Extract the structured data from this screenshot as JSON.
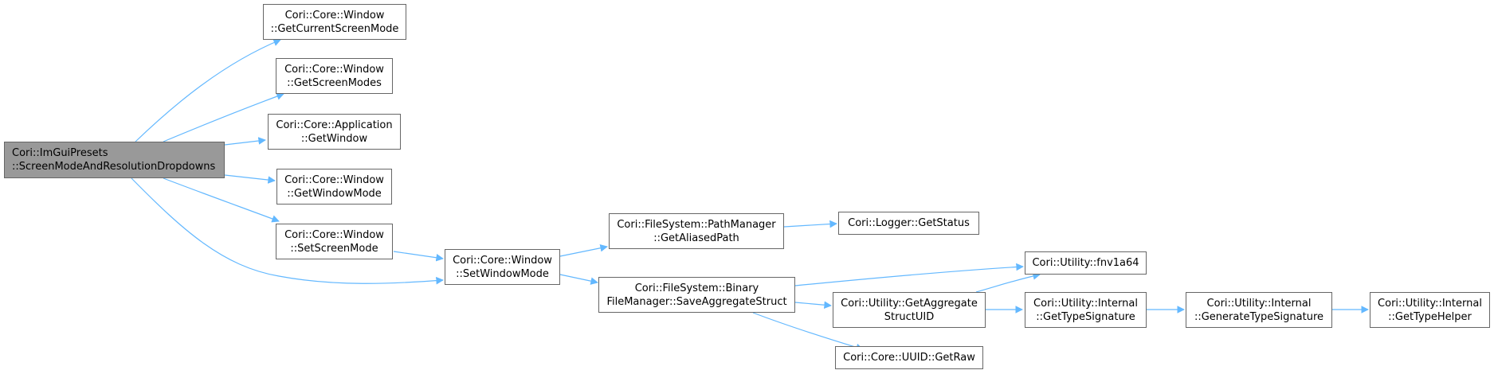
{
  "colors": {
    "edge": "#63b8ff",
    "node_border": "#666666",
    "root_fill": "#999999",
    "node_fill": "#ffffff"
  },
  "nodes": {
    "root": {
      "line1": "Cori::ImGuiPresets",
      "line2": "::ScreenModeAndResolutionDropdowns"
    },
    "get_current_screen_mode": {
      "line1": "Cori::Core::Window",
      "line2": "::GetCurrentScreenMode"
    },
    "get_screen_modes": {
      "line1": "Cori::Core::Window",
      "line2": "::GetScreenModes"
    },
    "get_window": {
      "line1": "Cori::Core::Application",
      "line2": "::GetWindow"
    },
    "get_window_mode": {
      "line1": "Cori::Core::Window",
      "line2": "::GetWindowMode"
    },
    "set_screen_mode": {
      "line1": "Cori::Core::Window",
      "line2": "::SetScreenMode"
    },
    "set_window_mode": {
      "line1": "Cori::Core::Window",
      "line2": "::SetWindowMode"
    },
    "get_aliased_path": {
      "line1": "Cori::FileSystem::PathManager",
      "line2": "::GetAliasedPath"
    },
    "save_aggregate_struct": {
      "line1": "Cori::FileSystem::Binary",
      "line2": "FileManager::SaveAggregateStruct"
    },
    "logger_get_status": {
      "line1": "Cori::Logger::GetStatus"
    },
    "fnv1a64": {
      "line1": "Cori::Utility::fnv1a64"
    },
    "get_aggregate_struct_uid": {
      "line1": "Cori::Utility::GetAggregate",
      "line2": "StructUID"
    },
    "uuid_get_raw": {
      "line1": "Cori::Core::UUID::GetRaw"
    },
    "get_type_signature": {
      "line1": "Cori::Utility::Internal",
      "line2": "::GetTypeSignature"
    },
    "generate_type_signature": {
      "line1": "Cori::Utility::Internal",
      "line2": "::GenerateTypeSignature"
    },
    "get_type_helper": {
      "line1": "Cori::Utility::Internal",
      "line2": "::GetTypeHelper"
    }
  }
}
